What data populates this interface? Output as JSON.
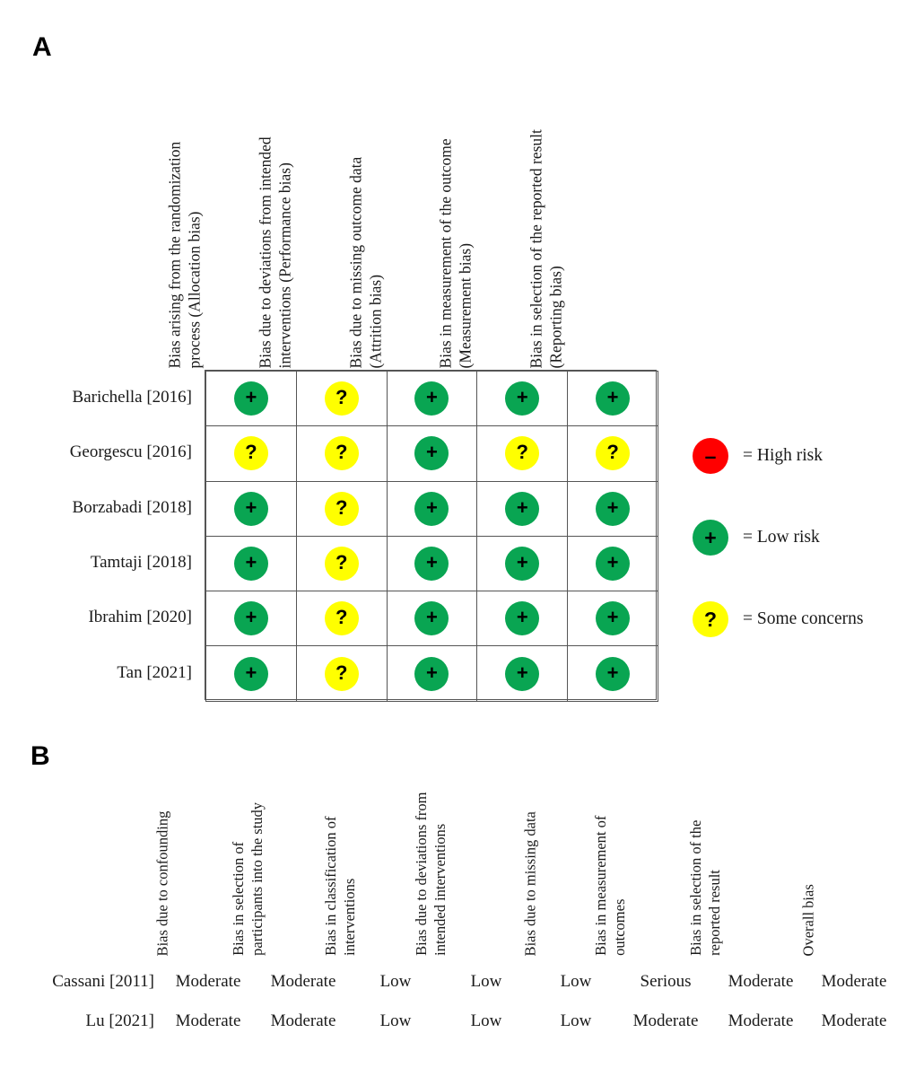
{
  "figure": {
    "panel_a_letter": "A",
    "panel_b_letter": "B"
  },
  "colors": {
    "high_risk": "#ff0000",
    "low_risk": "#09a552",
    "some_concerns": "#ffff00",
    "grid_line": "#555555",
    "text": "#1a1a1a"
  },
  "panel_a": {
    "type": "risk-of-bias-traffic-light",
    "domains": [
      {
        "id": "allocation",
        "lines": [
          "Bias arising from the randomization",
          "process (Allocation bias)"
        ]
      },
      {
        "id": "performance",
        "lines": [
          "Bias due to deviations from intended",
          "interventions (Performance bias)"
        ]
      },
      {
        "id": "attrition",
        "lines": [
          "Bias due to missing outcome data",
          "(Attrition bias)"
        ]
      },
      {
        "id": "measurement",
        "lines": [
          "Bias in measurement of the outcome",
          "(Measurement bias)"
        ]
      },
      {
        "id": "reporting",
        "lines": [
          "Bias in selection of the reported result",
          "(Reporting bias)"
        ]
      }
    ],
    "studies": [
      {
        "label": "Barichella [2016]",
        "judgements": [
          "low",
          "some",
          "low",
          "low",
          "low"
        ]
      },
      {
        "label": "Georgescu [2016]",
        "judgements": [
          "some",
          "some",
          "low",
          "some",
          "some"
        ]
      },
      {
        "label": "Borzabadi [2018]",
        "judgements": [
          "low",
          "some",
          "low",
          "low",
          "low"
        ]
      },
      {
        "label": "Tamtaji [2018]",
        "judgements": [
          "low",
          "some",
          "low",
          "low",
          "low"
        ]
      },
      {
        "label": "Ibrahim [2020]",
        "judgements": [
          "low",
          "some",
          "low",
          "low",
          "low"
        ]
      },
      {
        "label": "Tan [2021]",
        "judgements": [
          "low",
          "some",
          "low",
          "low",
          "low"
        ]
      }
    ],
    "legend": [
      {
        "key": "high",
        "glyph": "–",
        "label": "= High risk"
      },
      {
        "key": "low",
        "glyph": "+",
        "label": "= Low risk"
      },
      {
        "key": "some",
        "glyph": "?",
        "label": "= Some concerns"
      }
    ],
    "glyphs": {
      "low": "+",
      "some": "?",
      "high": "–"
    }
  },
  "panel_b": {
    "type": "risk-of-bias-table",
    "domains": [
      {
        "id": "confounding",
        "lines": [
          "Bias due to confounding"
        ]
      },
      {
        "id": "selection",
        "lines": [
          "Bias in selection of",
          "participants into the study"
        ]
      },
      {
        "id": "classification",
        "lines": [
          "Bias in classification of",
          "interventions"
        ]
      },
      {
        "id": "deviations",
        "lines": [
          "Bias due to deviations from",
          "intended interventions"
        ]
      },
      {
        "id": "missing-data",
        "lines": [
          "Bias due to missing data"
        ]
      },
      {
        "id": "measurement",
        "lines": [
          "Bias in measurement of",
          "outcomes"
        ]
      },
      {
        "id": "reported-result",
        "lines": [
          "Bias in selection of the",
          "reported result"
        ]
      },
      {
        "id": "overall",
        "lines": [
          "Overall bias"
        ]
      }
    ],
    "studies": [
      {
        "label": "Cassani [2011]",
        "values": [
          "Moderate",
          "Moderate",
          "Low",
          "Low",
          "Low",
          "Serious",
          "Moderate",
          "Moderate"
        ]
      },
      {
        "label": "Lu [2021]",
        "values": [
          "Moderate",
          "Moderate",
          "Low",
          "Low",
          "Low",
          "Moderate",
          "Moderate",
          "Moderate"
        ]
      }
    ]
  }
}
